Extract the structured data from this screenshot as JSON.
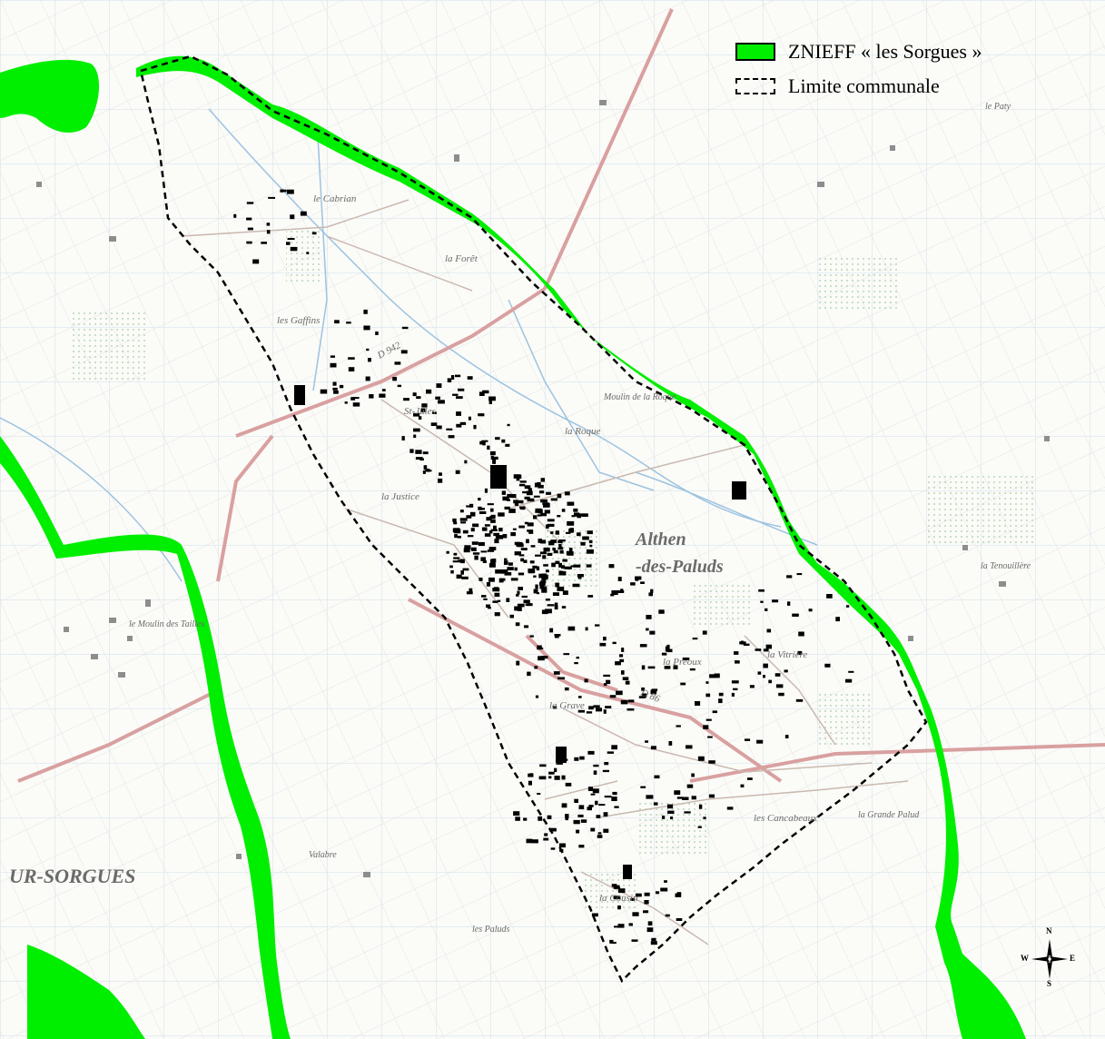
{
  "legend": {
    "znieff_label": "ZNIEFF « les Sorgues »",
    "limit_label": "Limite communale"
  },
  "compass": {
    "n": "N",
    "s": "S",
    "e": "E",
    "w": "W"
  },
  "place_labels": {
    "town_line1": "Althen",
    "town_line2": "-des-Paluds",
    "le_cabrian": "le Cabrian",
    "la_foret": "la Forêt",
    "les_gaffins": "les Gaffins",
    "st_jules": "St-Jules",
    "la_roque": "la Roque",
    "moulin_roque": "Moulin de la Roque",
    "la_justice": "la Justice",
    "la_vitriere": "la Vitrière",
    "la_preoux": "la Preoux",
    "la_grave": "la Grave",
    "les_cancabeaux": "les Cancabeaux",
    "la_cousin": "la Cousin",
    "sorgues_city": "UR-SORGUES",
    "road_d942": "D 942",
    "road_d86": "D 86",
    "le_moulin_des_tailles": "le Moulin des Tailles",
    "valabre": "Valabre",
    "les_paluds": "les Paluds",
    "la_tenouillere": "la Tenouillère",
    "le_paty": "le Paty",
    "la_grande_palud": "la Grande Palud"
  },
  "colors": {
    "znieff_green": "#00ee00",
    "boundary": "#000000",
    "road": "#d9a0a0",
    "water": "#9cc3e0",
    "building": "#000000"
  }
}
